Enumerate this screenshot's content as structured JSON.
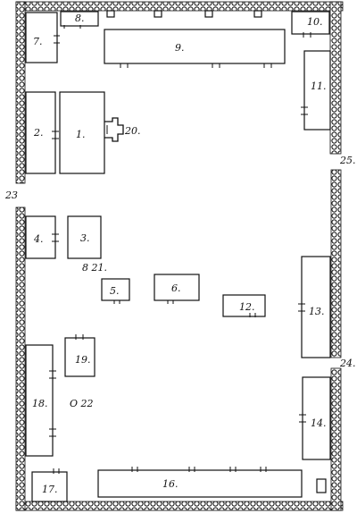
{
  "rooms": [
    {
      "id": "r1",
      "label": "1."
    },
    {
      "id": "r2",
      "label": "2."
    },
    {
      "id": "r3",
      "label": "3."
    },
    {
      "id": "r4",
      "label": "4."
    },
    {
      "id": "r5",
      "label": "5."
    },
    {
      "id": "r6",
      "label": "6."
    },
    {
      "id": "r7",
      "label": "7."
    },
    {
      "id": "r8",
      "label": "8."
    },
    {
      "id": "r9",
      "label": "9."
    },
    {
      "id": "r10",
      "label": "10."
    },
    {
      "id": "r11",
      "label": "11."
    },
    {
      "id": "r12",
      "label": "12."
    },
    {
      "id": "r13",
      "label": "13."
    },
    {
      "id": "r14",
      "label": "14."
    },
    {
      "id": "r16",
      "label": "16."
    },
    {
      "id": "r17",
      "label": "17."
    },
    {
      "id": "r18",
      "label": "18."
    },
    {
      "id": "r19",
      "label": "19."
    }
  ],
  "features": {
    "f20": "20.",
    "f21": "8 21.",
    "f22": "O 22",
    "f23": "23",
    "f24": "24.",
    "f25": "25."
  }
}
